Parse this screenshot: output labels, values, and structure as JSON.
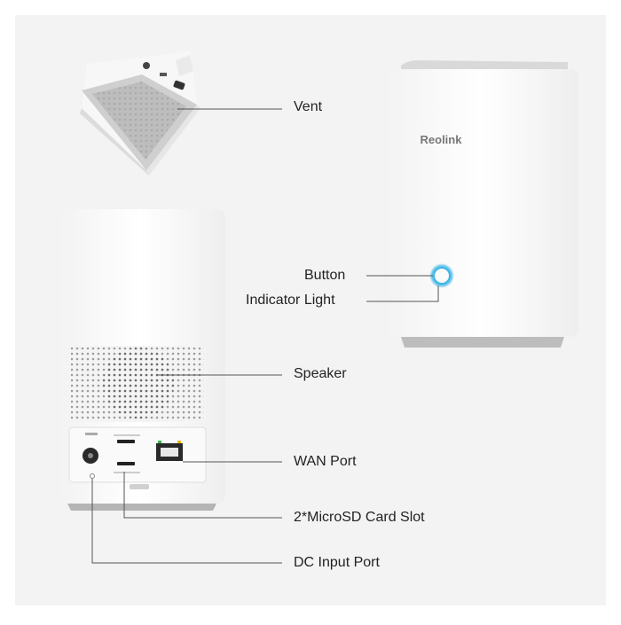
{
  "brand": {
    "logo_text": "Reolink"
  },
  "labels": {
    "vent": "Vent",
    "button": "Button",
    "indicator_light": "Indicator Light",
    "speaker": "Speaker",
    "wan_port": "WAN Port",
    "microsd_slot": "2*MicroSD Card Slot",
    "dc_input_port": "DC Input Port"
  },
  "colors": {
    "background": "#f3f3f3",
    "device_white": "#fbfbfb",
    "device_grey": "#d4d4d4",
    "indicator_ring": "#3fb6e8",
    "callout_line": "#555555",
    "label_text": "#222222"
  }
}
